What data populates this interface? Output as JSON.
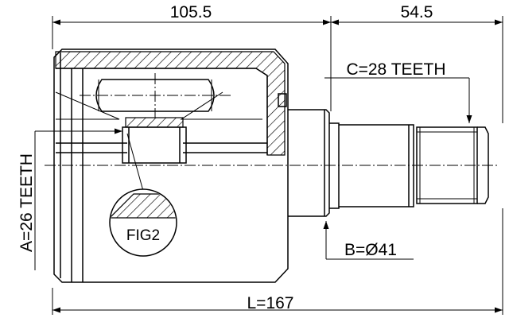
{
  "dimensions": {
    "top_left": "105.5",
    "top_right": "54.5",
    "overall_length": "L=167",
    "spline_outer": "C=28 TEETH",
    "spline_inner": "A=26 TEETH",
    "shaft_diameter": "B=Ø41"
  },
  "detail_label": "FIG2"
}
